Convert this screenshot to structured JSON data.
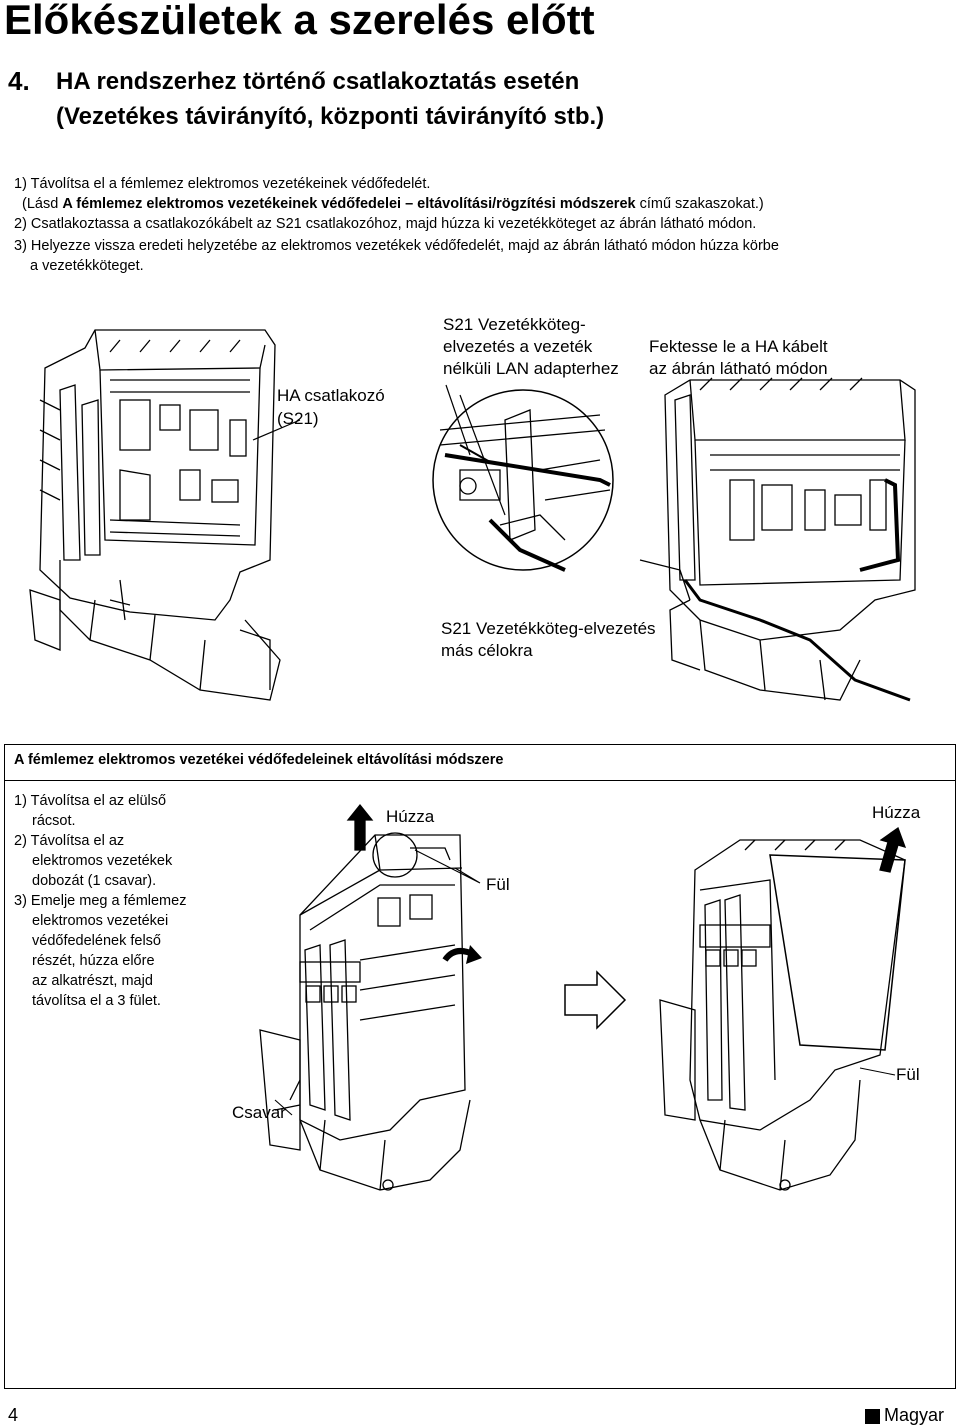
{
  "title": "Előkészületek a szerelés előtt",
  "section": {
    "number": "4.",
    "heading_line1": "HA rendszerhez történő csatlakoztatás esetén",
    "heading_line2": "(Vezetékes távirányító, központi távirányító stb.)"
  },
  "steps": {
    "s1_line1": "1) Távolítsa el a fémlemez elektromos vezetékeinek védőfedelét.",
    "s1_line2_pre": "(Lásd ",
    "s1_line2_bold": "A fémlemez elektromos vezetékeinek védőfedelei – eltávolítási/rögzítési módszerek",
    "s1_line2_post": " című szakaszokat.)",
    "s2": "2) Csatlakoztassa a csatlakozókábelt az S21 csatlakozóhoz, majd húzza ki vezetékköteget az ábrán látható módon.",
    "s3_line1": "3) Helyezze vissza eredeti helyzetébe az elektromos vezetékek védőfedelét, majd az ábrán látható módon húzza körbe",
    "s3_line2": "a vezetékköteget."
  },
  "diagram_labels": {
    "ha_connector_1": "HA csatlakozó",
    "ha_connector_2": "(S21)",
    "s21_lan_1": "S21 Vezetékköteg-",
    "s21_lan_2": "elvezetés a vezeték",
    "s21_lan_3": "nélküli LAN adapterhez",
    "lay_cable_1": "Fektesse le a HA kábelt",
    "lay_cable_2": "az ábrán látható módon",
    "s21_other_1": "S21 Vezetékköteg-elvezetés",
    "s21_other_2": "más célokra"
  },
  "removal": {
    "title": "A fémlemez elektromos vezetékei védőfedeleinek eltávolítási módszere",
    "steps": [
      "1) Távolítsa el az elülső",
      "rácsot.",
      "2) Távolítsa el az",
      "elektromos vezetékek",
      "dobozát (1 csavar).",
      "3) Emelje meg a fémlemez",
      "elektromos vezetékei",
      "védőfedelének felső",
      "részét, húzza előre",
      "az alkatrészt, majd",
      "távolítsa el a 3 fület."
    ],
    "label_pull_left": "Húzza",
    "label_tab_left": "Fül",
    "label_screw": "Csavar",
    "label_pull_right": "Húzza",
    "label_tab_right": "Fül"
  },
  "footer": {
    "page_number": "4",
    "language": "Magyar"
  }
}
